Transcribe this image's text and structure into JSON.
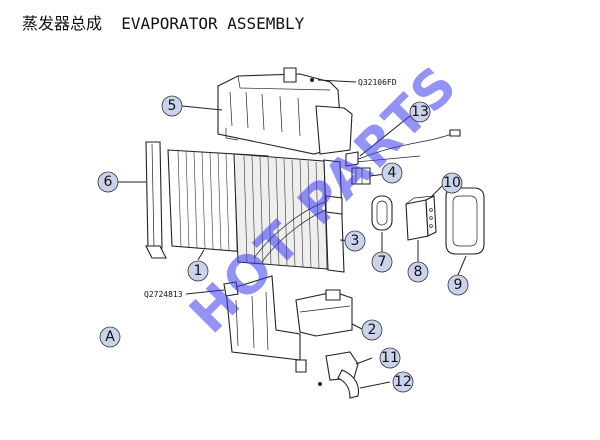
{
  "title": "蒸发器总成  EVAPORATOR ASSEMBLY",
  "view_label": "A",
  "part_codes": [
    "Q32106FD",
    "Q2724813"
  ],
  "callouts": [
    "1",
    "2",
    "3",
    "4",
    "5",
    "6",
    "7",
    "8",
    "9",
    "10",
    "11",
    "12",
    "13"
  ],
  "watermark": "HOT PARTS",
  "colors": {
    "callout_fill": "#c9d3ec",
    "watermark": "#3b3bf0",
    "line": "#222222"
  }
}
